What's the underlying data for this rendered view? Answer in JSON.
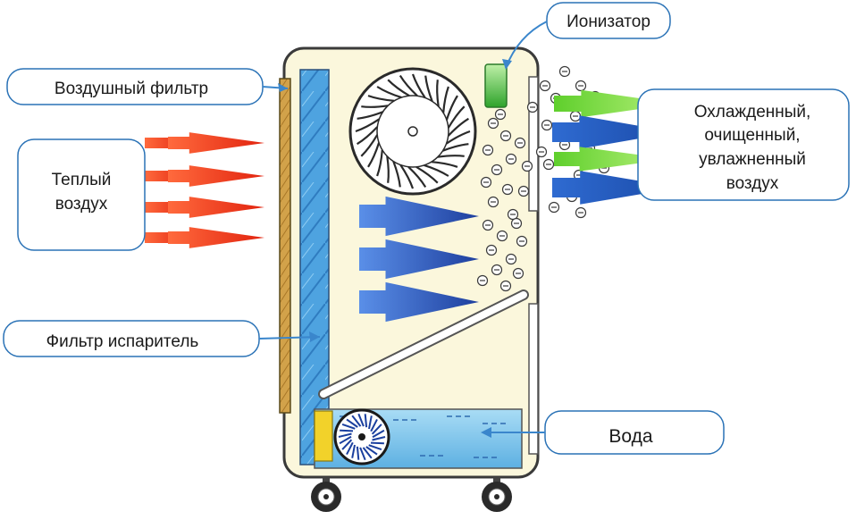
{
  "labels": {
    "air_filter": "Воздушный фильтр",
    "ionizer": "Ионизатор",
    "warm_air": [
      "Теплый",
      "воздух"
    ],
    "output_air": [
      "Охлажденный,",
      "очищенный,",
      "увлажненный",
      "воздух"
    ],
    "evaporator_filter": "Фильтр испаритель",
    "water": "Вода"
  },
  "ion_symbol": "⊖",
  "icons": [
    "fan-icon",
    "water-pump-icon",
    "wheel-icon",
    "arrow-icon"
  ],
  "colors": {
    "callout_stroke": "#2a72b6",
    "connector": "#3a86cc",
    "warm_arrow": "#f0421f",
    "internal_arrow": "#2a3ea6",
    "output_arrow_blue": "#2f6bd1",
    "output_arrow_green": "#7ee04a",
    "housing_fill": "#fbf7dc",
    "water": "#7cc3ea",
    "filter_blue": "#4ea3e0",
    "filter_gold": "#c89a3a",
    "ionizer": "#4fc04a"
  }
}
